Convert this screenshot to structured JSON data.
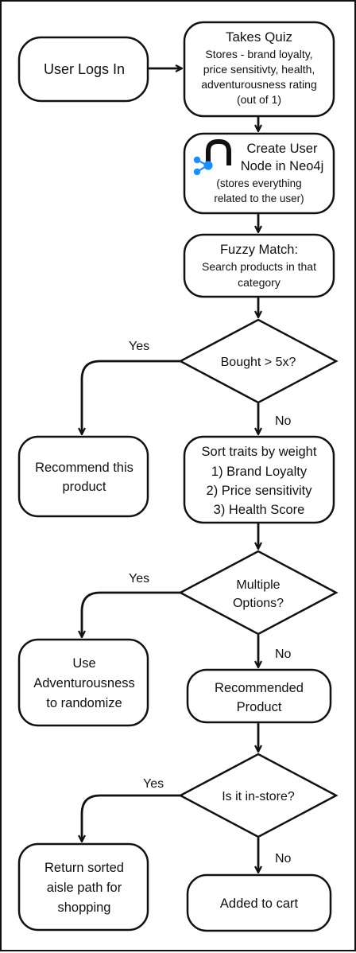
{
  "nodes": {
    "user_logs_in": {
      "lines": [
        "User Logs In"
      ]
    },
    "takes_quiz": {
      "lines": [
        "Takes Quiz",
        "Stores - brand loyalty,",
        "price sensitivty, health,",
        "adventurousness rating",
        "(out of 1)"
      ]
    },
    "create_user_node": {
      "lines": [
        "Create User",
        "Node in Neo4j",
        "(stores everything",
        "related to the user)"
      ]
    },
    "fuzzy_match": {
      "lines": [
        "Fuzzy Match:",
        "Search products in that",
        "category"
      ]
    },
    "bought_decision": {
      "lines": [
        "Bought > 5x?"
      ]
    },
    "recommend_this": {
      "lines": [
        "Recommend this",
        "product"
      ]
    },
    "sort_traits": {
      "lines": [
        "Sort traits by weight",
        "1) Brand Loyalty",
        "2) Price sensitivity",
        "3) Health Score"
      ]
    },
    "multiple_options": {
      "lines": [
        "Multiple",
        "Options?"
      ]
    },
    "use_adventurousness": {
      "lines": [
        "Use",
        "Adventurousness",
        "to randomize"
      ]
    },
    "recommended_product": {
      "lines": [
        "Recommended",
        "Product"
      ]
    },
    "in_store": {
      "lines": [
        "Is it in-store?"
      ]
    },
    "return_aisle": {
      "lines": [
        "Return sorted",
        "aisle path for",
        "shopping"
      ]
    },
    "added_to_cart": {
      "lines": [
        "Added to cart"
      ]
    }
  },
  "edge_labels": {
    "bought_yes": "Yes",
    "bought_no": "No",
    "multiple_yes": "Yes",
    "multiple_no": "No",
    "instore_yes": "Yes",
    "instore_no": "No"
  },
  "icons": {
    "neo4j": "neo4j-logo-icon"
  },
  "colors": {
    "stroke": "#111111",
    "fill": "#ffffff",
    "text": "#111111",
    "neo4j_blue": "#1a8fff"
  }
}
